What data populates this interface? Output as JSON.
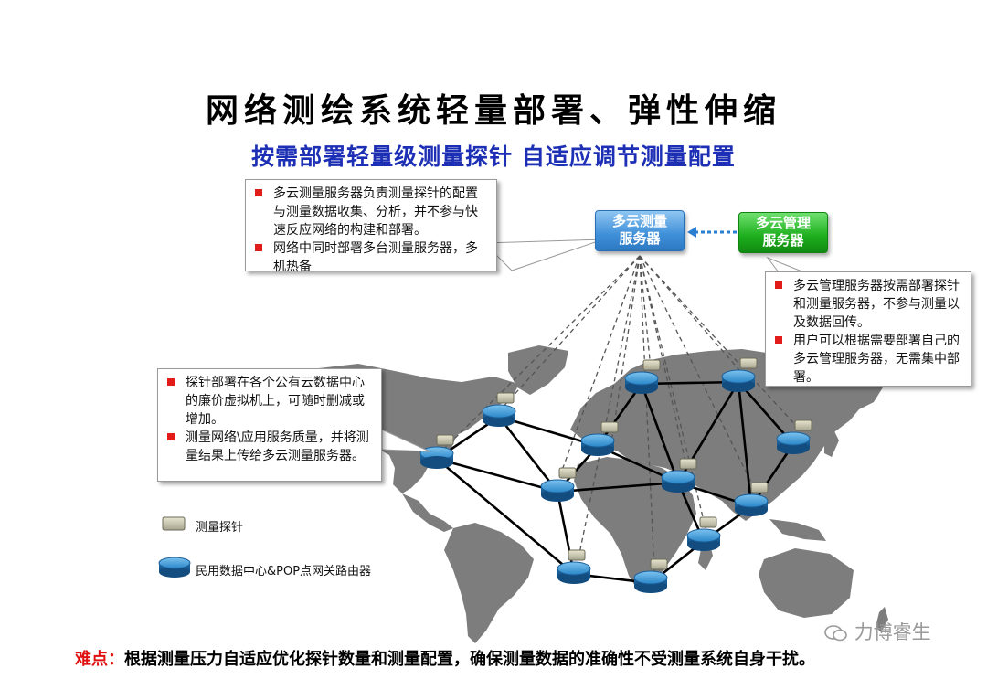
{
  "title": "网络测绘系统轻量部署、弹性伸缩",
  "subtitle": "按需部署轻量级测量探针 自适应调节测量配置",
  "servers": {
    "cloud_measurement": "多云测量\n服务器",
    "cloud_management": "多云管理\n服务器"
  },
  "callouts": {
    "top_left": [
      "多云测量服务器负责测量探针的配置与测量数据收集、分析，并不参与快速反应网络的构建和部署。",
      "网络中同时部署多台测量服务器，多机热备"
    ],
    "right": [
      "多云管理服务器按需部署探针和测量服务器，不参与测量以及数据回传。",
      "用户可以根据需要部署自己的多云管理服务器，无需集中部署。"
    ],
    "left": [
      "探针部署在各个公有云数据中心的廉价虚拟机上，可随时删减或增加。",
      "测量网络\\应用服务质量，并将测量结果上传给多云测量服务器。"
    ]
  },
  "legend": {
    "probe": "测量探针",
    "router": "民用数据中心&POP点网关路由器"
  },
  "footer": {
    "key": "难点：",
    "text": "根据测量压力自适应优化探针数量和测量配置，确保测量数据的准确性不受测量系统自身干扰。"
  },
  "brand": "力博睿生",
  "colors": {
    "subtitle": "#1c2fb5",
    "bullet": "#e21b1b",
    "measurement_server": "#3f8fd8",
    "management_server": "#1cae1c",
    "map": "#7d7d7d",
    "router": "#2a86c8",
    "footer_key": "#e01010"
  }
}
